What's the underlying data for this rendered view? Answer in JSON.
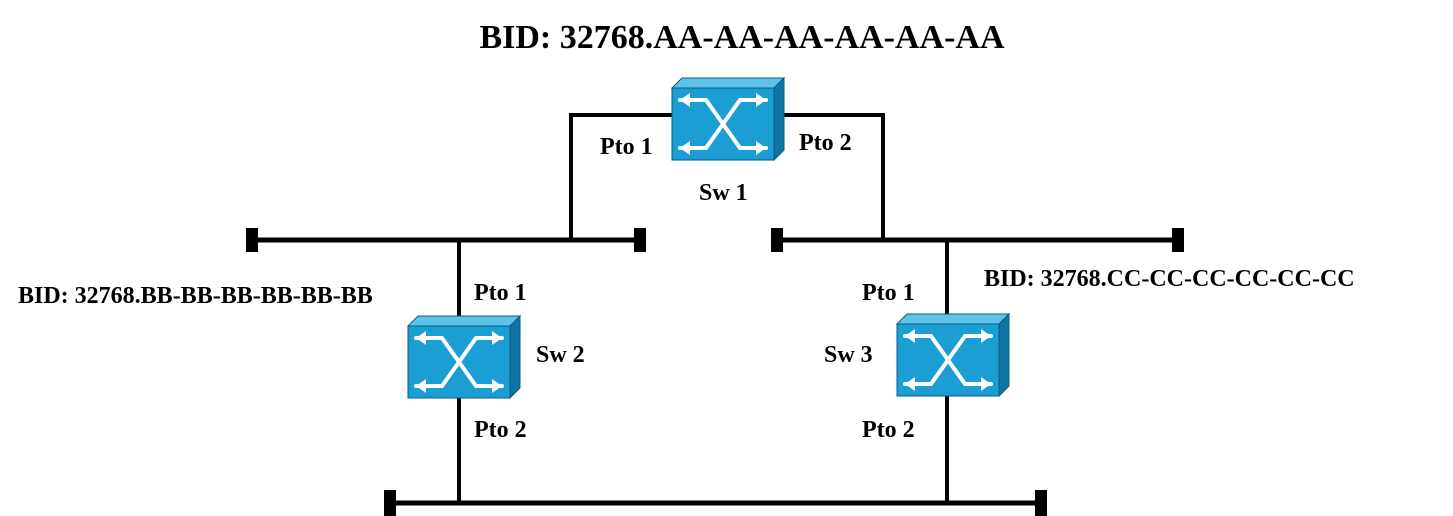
{
  "title": "BID: 32768.AA-AA-AA-AA-AA-AA",
  "switches": {
    "sw1": {
      "name": "Sw 1",
      "port1": "Pto 1",
      "port2": "Pto 2",
      "bid": "BID: 32768.AA-AA-AA-AA-AA-AA"
    },
    "sw2": {
      "name": "Sw 2",
      "port1": "Pto 1",
      "port2": "Pto 2",
      "bid": "BID: 32768.BB-BB-BB-BB-BB-BB"
    },
    "sw3": {
      "name": "Sw 3",
      "port1": "Pto 1",
      "port2": "Pto 2",
      "bid": "BID: 32768.CC-CC-CC-CC-CC-CC"
    }
  },
  "colors": {
    "switch_front": "#1b9ed3",
    "switch_top": "#5cc3ea",
    "switch_side": "#0f74a3",
    "switch_arrows": "#ffffff",
    "lines": "#000000"
  },
  "icons": {
    "switch": "network-switch-icon"
  }
}
